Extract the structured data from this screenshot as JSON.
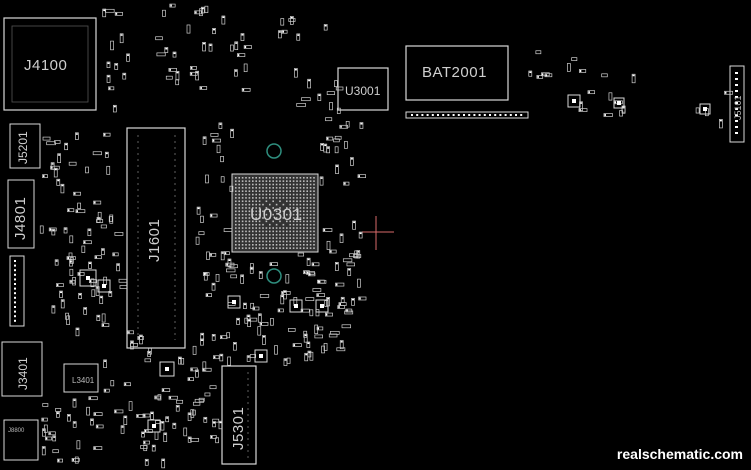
{
  "labels": {
    "j4100": "J4100",
    "bat2001": "BAT2001",
    "u3001": "U3001",
    "j5201": "J5201",
    "j4801": "J4801",
    "j1601": "J1601",
    "u0301": "U0301",
    "j3401": "J3401",
    "l3401": "L3401",
    "j5301": "J5301",
    "j5101": "J5101",
    "j8800": "J8800"
  },
  "watermark": "realschematic.com",
  "colors": {
    "background": "#000000",
    "silkscreen": "#d9d9d9",
    "pad": "#ffffff",
    "chip_body": "#1a1a1a",
    "crosshair": "#d96a6a",
    "fiducial": "#2f8f7f"
  }
}
